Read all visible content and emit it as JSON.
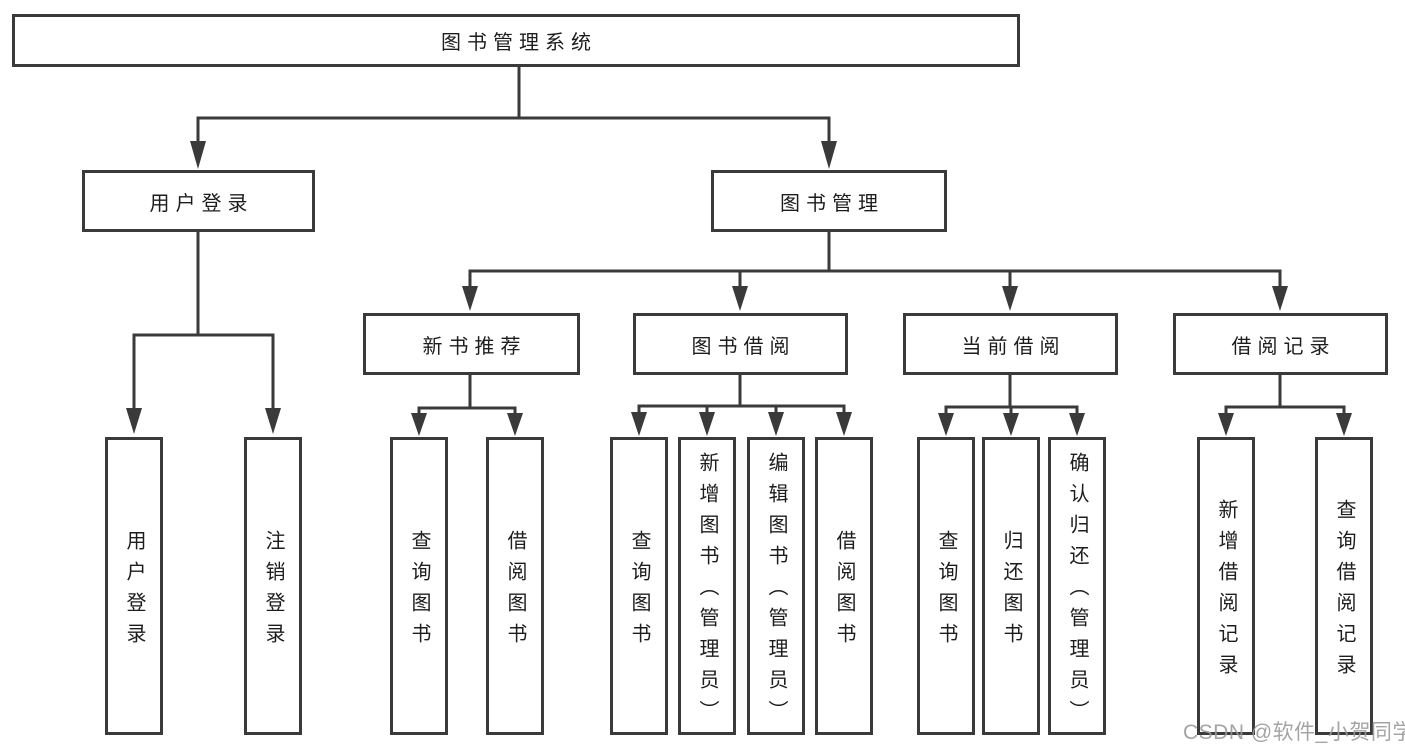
{
  "tree": {
    "label": "图书管理系统",
    "children": [
      {
        "label": "用户登录",
        "children": [
          {
            "label": "用户登录"
          },
          {
            "label": "注销登录"
          }
        ]
      },
      {
        "label": "图书管理",
        "children": [
          {
            "label": "新书推荐",
            "children": [
              {
                "label": "查询图书"
              },
              {
                "label": "借阅图书"
              }
            ]
          },
          {
            "label": "图书借阅",
            "children": [
              {
                "label": "查询图书"
              },
              {
                "label": "新增图书（管理员）"
              },
              {
                "label": "编辑图书（管理员）"
              },
              {
                "label": "借阅图书"
              }
            ]
          },
          {
            "label": "当前借阅",
            "children": [
              {
                "label": "查询图书"
              },
              {
                "label": "归还图书"
              },
              {
                "label": "确认归还（管理员）"
              }
            ]
          },
          {
            "label": "借阅记录",
            "children": [
              {
                "label": "新增借阅记录"
              },
              {
                "label": "查询借阅记录"
              }
            ]
          }
        ]
      }
    ]
  },
  "watermark": {
    "text": "CSDN @软件_小贺同学"
  },
  "colors": {
    "line": "#3a3a3a",
    "box_border": "#3a3a3a",
    "box_fill": "#ffffff",
    "text": "#1d1d1d",
    "watermark": "#9b9b9b",
    "background": "#ffffff"
  }
}
